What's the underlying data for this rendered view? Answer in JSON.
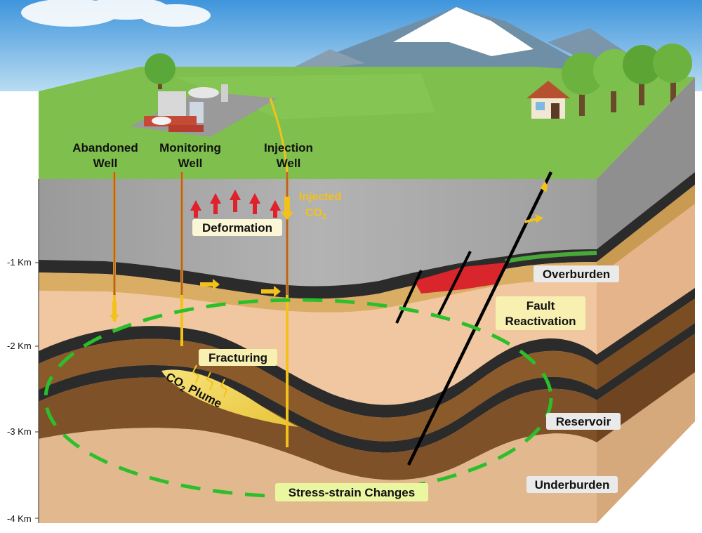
{
  "wells": {
    "abandoned": [
      "Abandoned",
      "Well"
    ],
    "monitoring": [
      "Monitoring",
      "Well"
    ],
    "injection": [
      "Injection",
      "Well"
    ]
  },
  "injected_co2": {
    "line1": "Injected",
    "line2_main": "CO",
    "line2_sub": "2"
  },
  "labels": {
    "deformation": "Deformation",
    "fracturing": "Fracturing",
    "plume_main": "CO",
    "plume_sub": "2",
    "plume_rest": " Plume",
    "overburden": "Overburden",
    "fault_line1": "Fault",
    "fault_line2": "Reactivation",
    "reservoir": "Reservoir",
    "underburden": "Underburden",
    "stress": "Stress-strain Changes"
  },
  "depth_axis": [
    "-1 Km",
    "-2 Km",
    "-3 Km",
    "-4 Km"
  ],
  "colors": {
    "sky": "#5aa9e6",
    "ground": "#7fbf4d",
    "overburden_gray": "#a7a7a7",
    "tan": "#d9ad64",
    "peach": "#f0c7a0",
    "brown": "#8a5a2b",
    "black_layer": "#2b2b2b",
    "plume": "#f2d44e",
    "stress_dash": "#2bbf2b",
    "fault_red": "#d9262c",
    "arrow_yellow": "#f3c21a",
    "arrow_red": "#e0202a"
  }
}
